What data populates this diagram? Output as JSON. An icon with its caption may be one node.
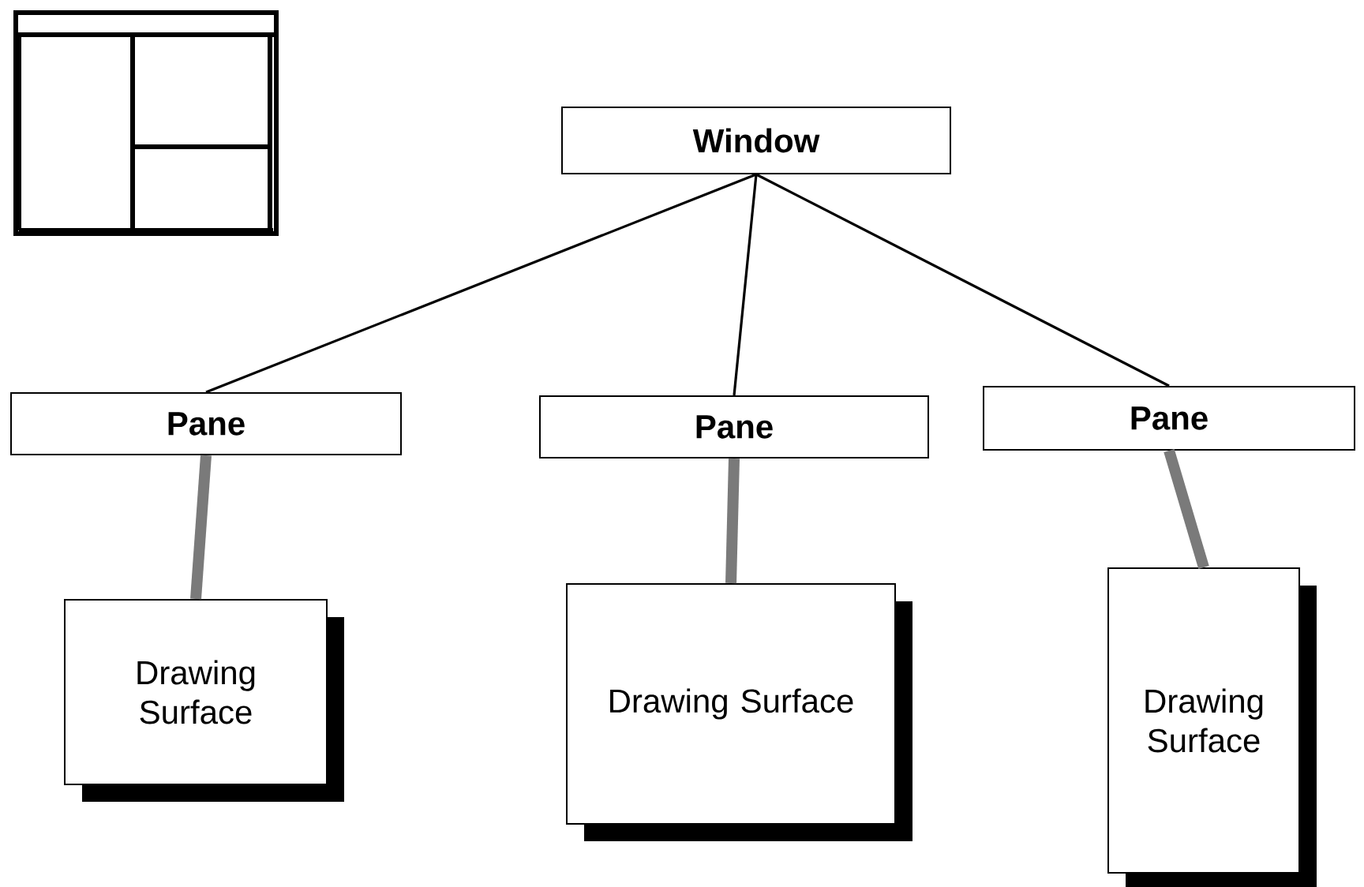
{
  "diagram": {
    "nodes": [
      {
        "text": [
          "Window"
        ]
      },
      {
        "text": [
          "Pane"
        ]
      },
      {
        "text": [
          "Pane"
        ]
      },
      {
        "text": [
          "Pane"
        ]
      },
      {
        "text": [
          "Drawing Surface"
        ]
      },
      {
        "text": [
          "Drawing Surface"
        ]
      },
      {
        "text": [
          "Drawing Surface"
        ]
      }
    ],
    "edges": [
      {
        "from": 0,
        "to": 1,
        "arrow": "none"
      },
      {
        "from": 0,
        "to": 2,
        "arrow": "none"
      },
      {
        "from": 0,
        "to": 3,
        "arrow": "none"
      },
      {
        "from": 1,
        "to": 4,
        "arrow": "none",
        "style": "thick",
        "color": "#7a7a7a"
      },
      {
        "from": 2,
        "to": 5,
        "arrow": "none",
        "style": "thick",
        "color": "#7a7a7a"
      },
      {
        "from": 3,
        "to": 6,
        "arrow": "none",
        "style": "thick",
        "color": "#7a7a7a"
      }
    ]
  }
}
